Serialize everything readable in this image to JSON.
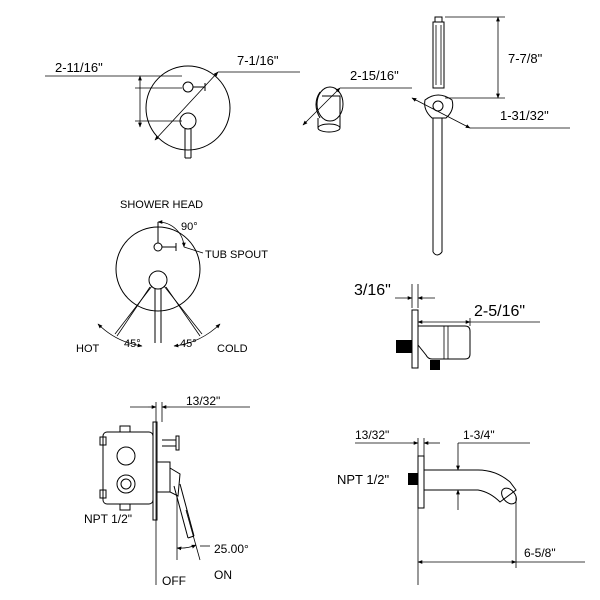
{
  "dimensions": {
    "valve_plate_offset": "2-11/16\"",
    "valve_plate_diameter": "7-1/16\"",
    "wall_elbow_size": "2-15/16\"",
    "hand_shower_length": "7-7/8\"",
    "hand_shower_holder": "1-31/32\"",
    "outlet_depth": "3/16\"",
    "outlet_length": "2-5/16\"",
    "valve_depth": "13/32\"",
    "handle_angle": "25.00°",
    "spout_depth": "13/32\"",
    "spout_height": "1-3/4\"",
    "spout_reach": "6-5/8\""
  },
  "labels": {
    "shower_head": "SHOWER HEAD",
    "tub_spout": "TUB SPOUT",
    "angle_90": "90°",
    "hot": "HOT",
    "cold": "COLD",
    "angle_hot": "45°",
    "angle_cold": "45°",
    "npt_valve": "NPT 1/2\"",
    "npt_spout": "NPT 1/2\"",
    "off": "OFF",
    "on": "ON"
  },
  "icons": [
    "arrowhead-icon"
  ]
}
